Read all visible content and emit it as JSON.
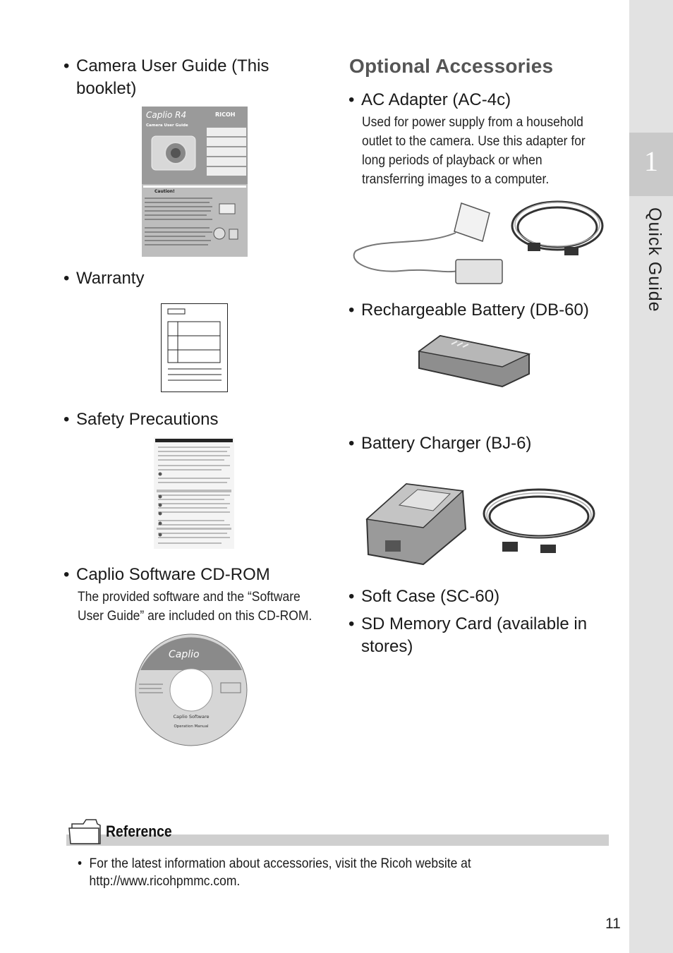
{
  "side_tab": {
    "chapter_number": "1",
    "label": "Quick Guide"
  },
  "left_column": {
    "items": [
      {
        "label_line1": "Camera User Guide (This",
        "label_line2": "booklet)"
      },
      {
        "label": "Warranty"
      },
      {
        "label": "Safety Precautions"
      },
      {
        "label": "Caplio Software CD-ROM",
        "desc_line1": "The provided software and the “Software",
        "desc_line2": "User Guide” are included on this CD-ROM."
      }
    ],
    "booklet": {
      "brand": "Caplio R4",
      "maker": "RICOH",
      "subtitle": "Camera User Guide",
      "caution": "Caution!"
    },
    "cd": {
      "brand": "Caplio",
      "title": "Caplio Software",
      "subtitle": "Operation Manual"
    }
  },
  "right_column": {
    "heading": "Optional Accessories",
    "items": [
      {
        "label": "AC Adapter (AC-4c)",
        "desc": [
          "Used for power supply from a household",
          "outlet to the camera. Use this adapter for",
          "long periods of playback or when",
          "transferring images to a computer."
        ]
      },
      {
        "label": "Rechargeable Battery (DB-60)"
      },
      {
        "label": "Battery Charger (BJ-6)"
      },
      {
        "label": "Soft Case (SC-60)"
      },
      {
        "label_line1": "SD Memory Card (available in",
        "label_line2": "stores)"
      }
    ]
  },
  "reference": {
    "title": "Reference",
    "line1": "For the latest information about accessories, visit the Ricoh website at",
    "line2": "http://www.ricohpmmc.com."
  },
  "bullet": "•",
  "page_number": "11"
}
